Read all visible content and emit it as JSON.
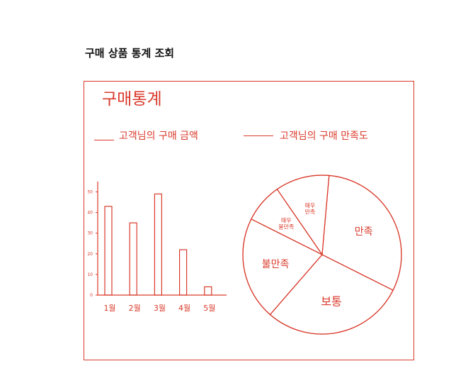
{
  "page_title": "구매 상품 통계 조회",
  "sketch_title": "구매통계",
  "colors": {
    "ink": "#d93a2b",
    "title_text": "#111111"
  },
  "chart_data": [
    {
      "type": "bar",
      "title": "고객님의 구매 금액",
      "categories": [
        "1월",
        "2월",
        "3월",
        "4월",
        "5월"
      ],
      "values": [
        43,
        35,
        49,
        22,
        4
      ],
      "yticks": [
        0,
        10,
        20,
        30,
        40,
        50
      ],
      "ylim": [
        0,
        55
      ],
      "grid": false
    },
    {
      "type": "pie",
      "title": "고객님의 구매 만족도",
      "slices": [
        {
          "label": "만족",
          "value": 31
        },
        {
          "label": "보통",
          "value": 29
        },
        {
          "label": "불만족",
          "value": 21
        },
        {
          "label": "매우 불만족",
          "value": 8
        },
        {
          "label": "매우 만족",
          "value": 11
        }
      ]
    }
  ]
}
